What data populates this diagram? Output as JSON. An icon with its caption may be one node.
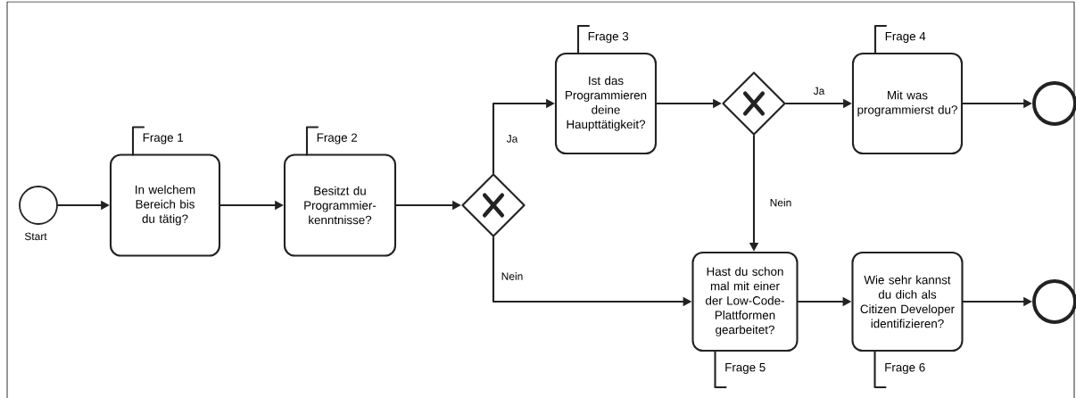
{
  "diagram": {
    "nodes": [
      {
        "text": [],
        "shape": "circle",
        "beside": [
          "Start"
        ]
      },
      {
        "text": [
          "In welchem Bereich bis du tätig?"
        ],
        "beside": [
          "Frage 1"
        ]
      },
      {
        "text": [
          "Besitzt du Programmier- kenntnisse?"
        ],
        "beside": [
          "Frage 2"
        ]
      },
      {
        "text": [],
        "shape": "diamond"
      },
      {
        "text": [
          "Ist das Programmieren deine Haupttätigkeit?"
        ],
        "beside": [
          "Frage 3"
        ]
      },
      {
        "text": [],
        "shape": "diamond"
      },
      {
        "text": [
          "Mit was programmierst du?"
        ],
        "beside": [
          "Frage 4"
        ]
      },
      {
        "text": [],
        "shape": "circle"
      },
      {
        "text": [
          "Hast du schon mal mit einer der Low-Code- Plattformen gearbeitet?"
        ],
        "beside": [
          "Frage 5"
        ]
      },
      {
        "text": [
          "Wie sehr kannst du dich als Citizen Developer identifizieren?"
        ],
        "beside": [
          "Frage 6"
        ]
      },
      {
        "text": [],
        "shape": "circle"
      }
    ],
    "edges": [
      {
        "from": 0,
        "to": 1,
        "arrow": "to"
      },
      {
        "from": 1,
        "to": 2,
        "arrow": "to"
      },
      {
        "from": 2,
        "to": 3,
        "arrow": "to"
      },
      {
        "from": 3,
        "to": 4,
        "arrow": "to",
        "label": "Ja"
      },
      {
        "from": 3,
        "to": 8,
        "arrow": "to",
        "label": "Nein"
      },
      {
        "from": 4,
        "to": 5,
        "arrow": "to"
      },
      {
        "from": 5,
        "to": 6,
        "arrow": "to",
        "label": "Ja"
      },
      {
        "from": 5,
        "to": 8,
        "arrow": "to",
        "label": "Nein"
      },
      {
        "from": 6,
        "to": 7,
        "arrow": "to"
      },
      {
        "from": 8,
        "to": 9,
        "arrow": "to"
      },
      {
        "from": 9,
        "to": 10,
        "arrow": "to"
      }
    ]
  }
}
